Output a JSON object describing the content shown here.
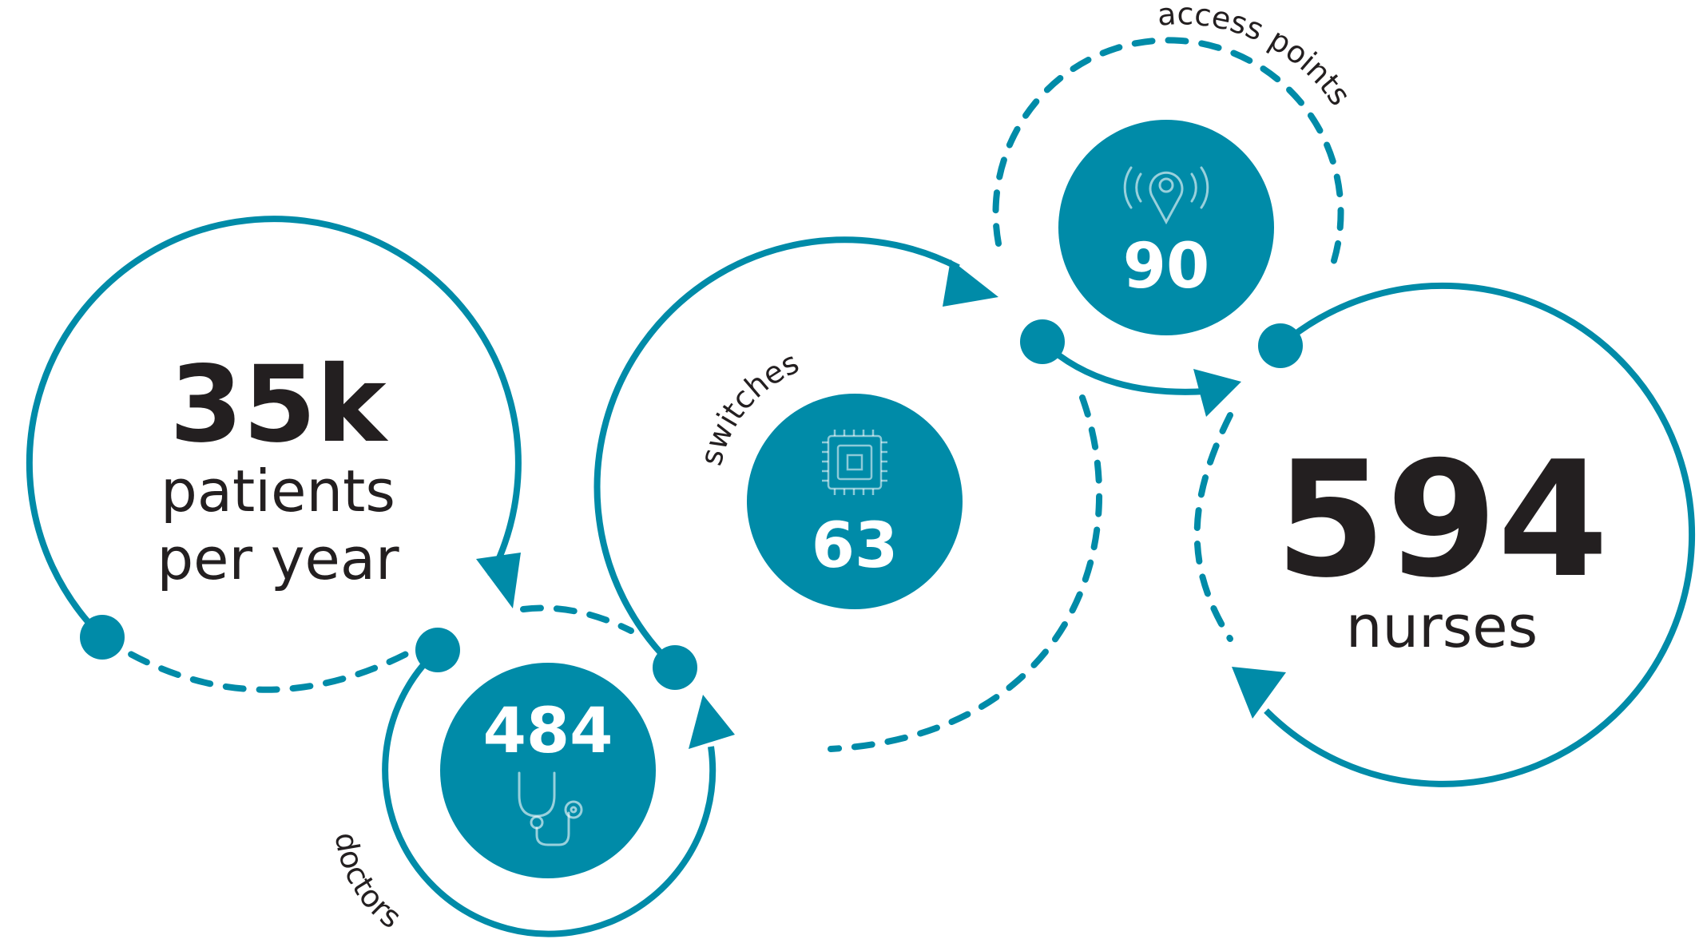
{
  "colors": {
    "teal": "#008ba8",
    "text": "#231f20",
    "white": "#ffffff"
  },
  "patients": {
    "value": "35k",
    "line1": "patients",
    "line2": "per year"
  },
  "doctors": {
    "value": "484",
    "label": "doctors",
    "icon": "stethoscope-icon"
  },
  "switches": {
    "value": "63",
    "label": "switches",
    "icon": "chip-icon"
  },
  "access_points": {
    "value": "90",
    "label": "access points",
    "icon": "location-signal-icon"
  },
  "nurses": {
    "value": "594",
    "label": "nurses"
  }
}
